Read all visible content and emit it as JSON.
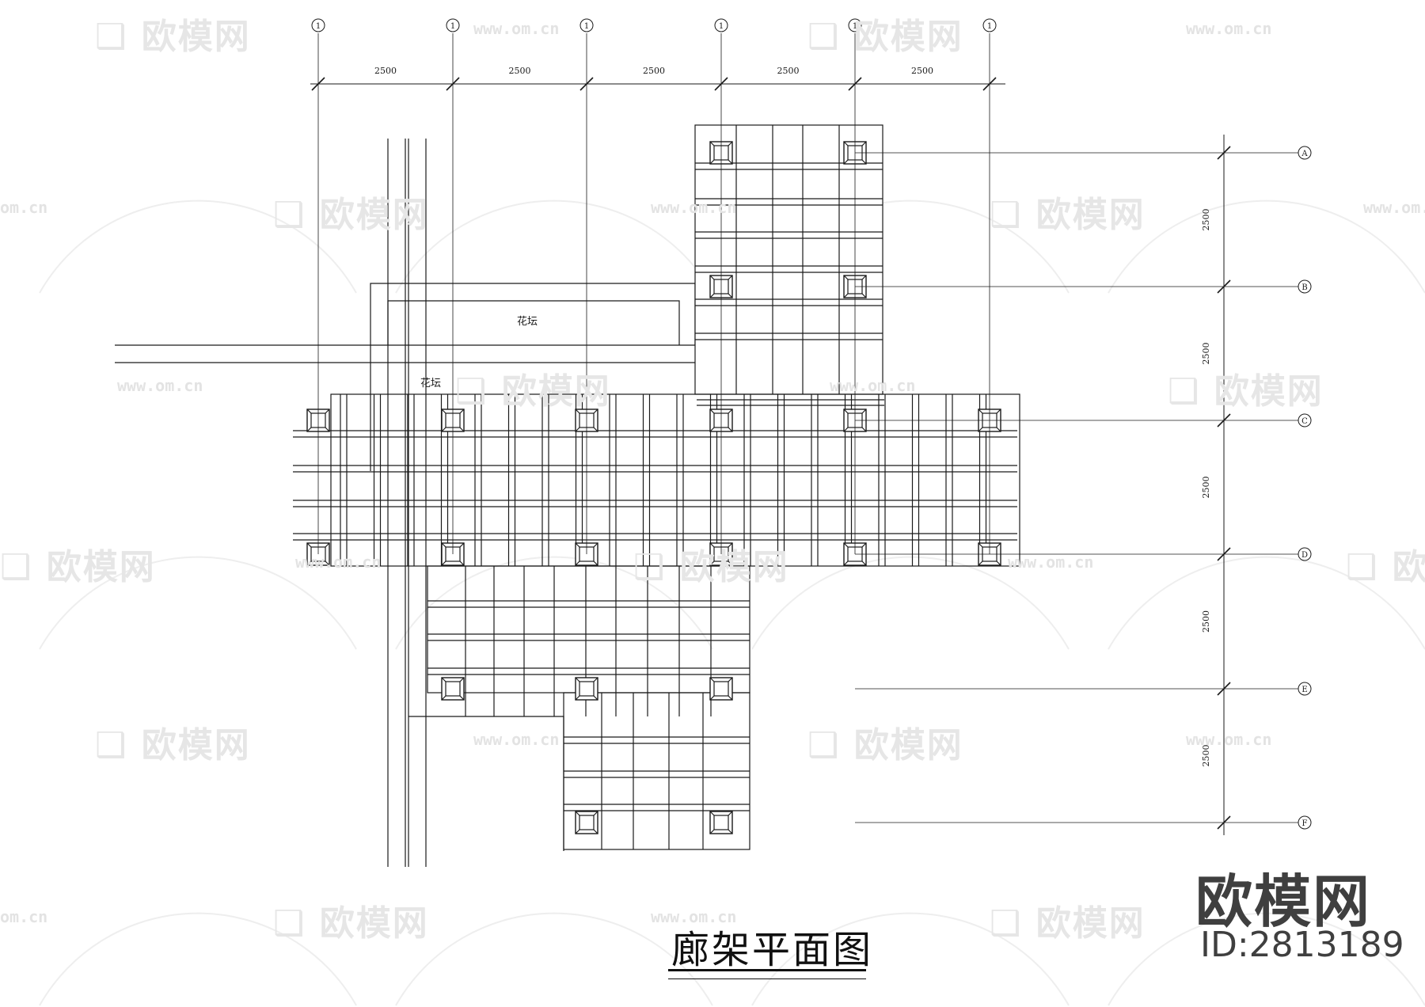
{
  "drawing": {
    "title": "廊架平面图",
    "labels": {
      "planter_1": "花坛",
      "planter_2": "花坛"
    },
    "column_axes": [
      "1",
      "1",
      "1",
      "1",
      "1",
      "1"
    ],
    "row_axes": [
      "A",
      "B",
      "C",
      "D",
      "E",
      "F"
    ],
    "top_dimensions": [
      "2500",
      "2500",
      "2500",
      "2500",
      "2500"
    ],
    "side_dimensions": [
      "2500",
      "2500",
      "2500",
      "2500",
      "2500"
    ]
  },
  "watermark": {
    "logo_text": "欧模网",
    "url_text": "www.om.cn",
    "url_short": "om.cn"
  },
  "brand": {
    "name": "欧模网",
    "id": "ID:2813189"
  },
  "colors": {
    "line": "#1a1a1a",
    "watermark": "#e4e4e4",
    "brand": "#3f3f3f"
  }
}
